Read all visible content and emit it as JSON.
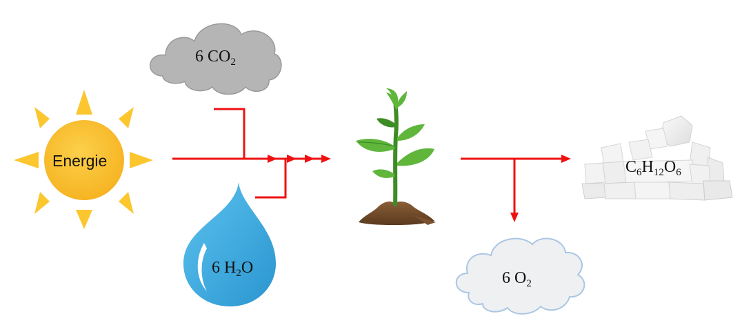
{
  "colors": {
    "arrow": "#ee1111",
    "sun": "#f9bf2e",
    "sun_rays": "#fbc62e",
    "co2_cloud": "#b5b5b5",
    "co2_cloud_outline": "#999999",
    "water": "#3aaadf",
    "o2_cloud": "#eff0f2",
    "o2_cloud_outline": "#a9c6e4",
    "leaf": "#5fb63b",
    "leaf_dark": "#3d8c25",
    "soil": "#7a5230",
    "sugar": "#eeeeee"
  },
  "icons": {
    "sun": "sun-icon",
    "co2": "cloud-icon",
    "water": "water-drop-icon",
    "plant": "plant-icon",
    "o2": "cloud-icon",
    "sugar": "sugar-cubes-icon"
  },
  "labels": {
    "energy": "Energie",
    "co2": {
      "prefix": "6 CO",
      "sub": "2",
      "suffix": ""
    },
    "h2o": {
      "prefix": "6 H",
      "sub": "2",
      "suffix": "O"
    },
    "o2": {
      "prefix": "6 O",
      "sub": "2",
      "suffix": ""
    },
    "glucose": {
      "c": "C",
      "c_sub": "6",
      "h": "H",
      "h_sub": "12",
      "o": "O",
      "o_sub": "6"
    }
  }
}
